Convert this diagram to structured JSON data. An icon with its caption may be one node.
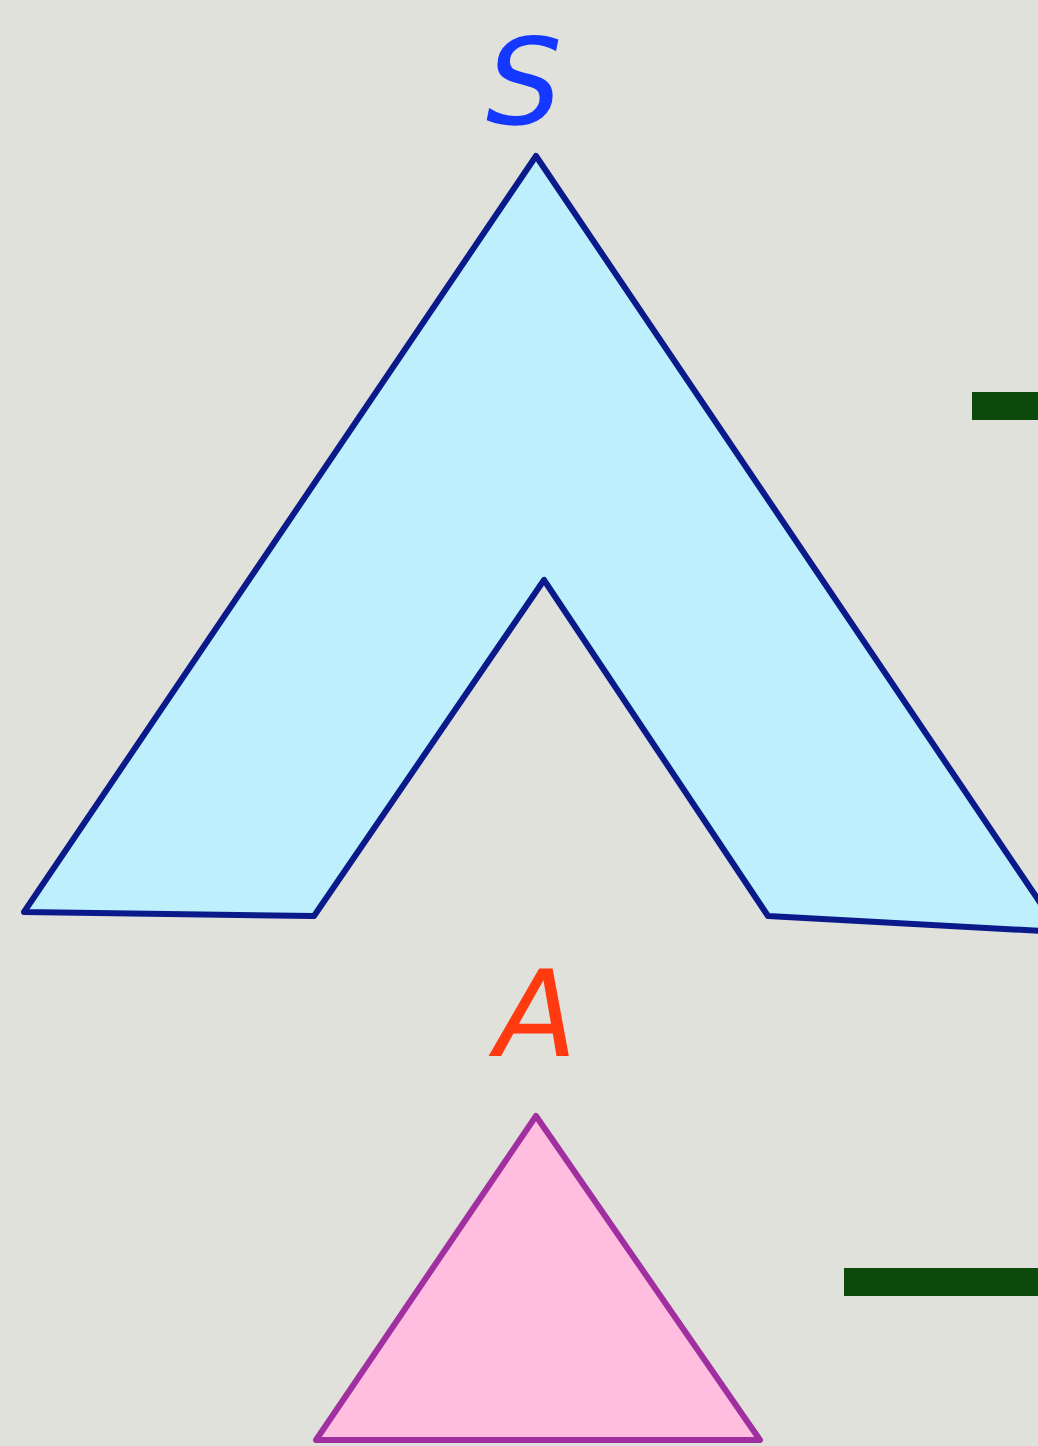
{
  "diagram": {
    "nodes": [
      {
        "text": [
          "S"
        ]
      },
      {
        "text": [],
        "shape": "bar"
      },
      {
        "text": [
          "A"
        ]
      },
      {
        "text": [],
        "shape": "bar"
      }
    ]
  }
}
